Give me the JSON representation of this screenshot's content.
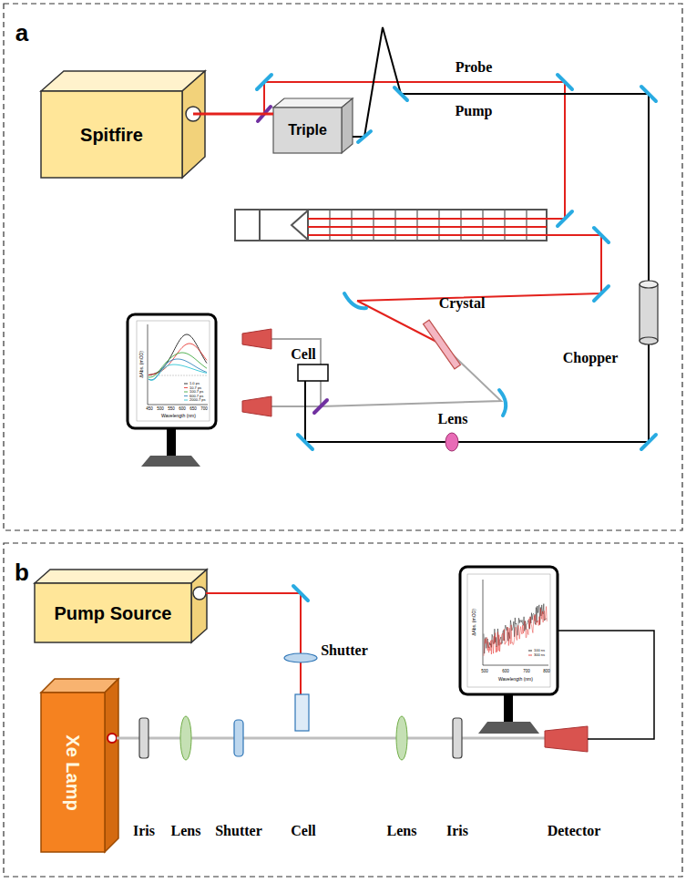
{
  "diagram": {
    "nodes": [
      {
        "text": [
          "Spitfire"
        ]
      },
      {
        "text": [
          "Triple"
        ]
      },
      {
        "text": [
          "Pump Source"
        ]
      },
      {
        "text": [
          "Xe Lamp"
        ]
      }
    ],
    "edges": [
      {
        "from": 0,
        "to": 1,
        "arrow": "none"
      }
    ],
    "labels": [
      "a",
      "Probe",
      "Pump",
      "Crystal",
      "Chopper",
      "Cell",
      "Lens",
      "ΔAbs. (mOD)",
      "Wavelength (nm)",
      "1.0 ps",
      "10.7 ps",
      "100.7 ps",
      "600.7 ps",
      "2000.7 ps",
      "450",
      "500",
      "550",
      "600",
      "650",
      "700",
      "b",
      "Shutter",
      "Iris",
      "Lens",
      "Shutter",
      "Cell",
      "Lens",
      "Iris",
      "Detector",
      "ΔAbs. (mOD)",
      "Wavelength (nm)",
      "100 ns",
      "300 ns",
      "500",
      "600",
      "700",
      "800"
    ]
  }
}
